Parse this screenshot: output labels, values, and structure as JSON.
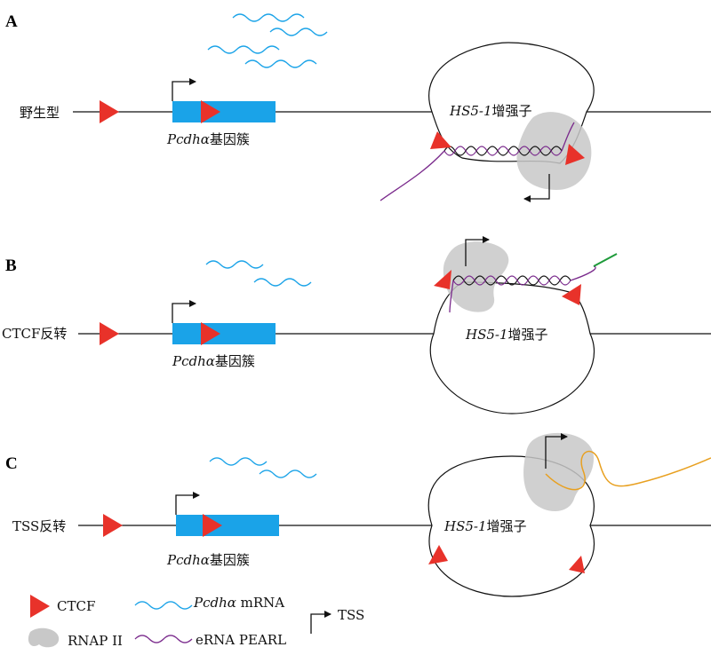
{
  "panels": [
    {
      "letter": "A",
      "row_label": "野生型",
      "gene_name": "Pcdhα",
      "gene_suffix": "基因簇",
      "enh_name": "HS5-1",
      "enh_suffix": "增强子"
    },
    {
      "letter": "B",
      "row_label": "CTCF反转",
      "gene_name": "Pcdhα",
      "gene_suffix": "基因簇",
      "enh_name": "HS5-1",
      "enh_suffix": "增强子"
    },
    {
      "letter": "C",
      "row_label": "TSS反转",
      "gene_name": "Pcdhα",
      "gene_suffix": "基因簇",
      "enh_name": "HS5-1",
      "enh_suffix": "增强子"
    }
  ],
  "legend": {
    "ctcf": "CTCF",
    "rnap": "RNAP II",
    "mrna_name": "Pcdhα",
    "mrna_suffix": " mRNA",
    "erna": "eRNA PEARL",
    "tss": "TSS"
  },
  "colors": {
    "ctcf": "#e8322a",
    "gene_cluster": "#1aa3e8",
    "mrna": "#1aa3e8",
    "erna": "#7a2a8c",
    "rnap": "#c8c8c8",
    "b_tail": "#1e9a3a",
    "c_transcript": "#e8a020",
    "line": "#111111"
  }
}
